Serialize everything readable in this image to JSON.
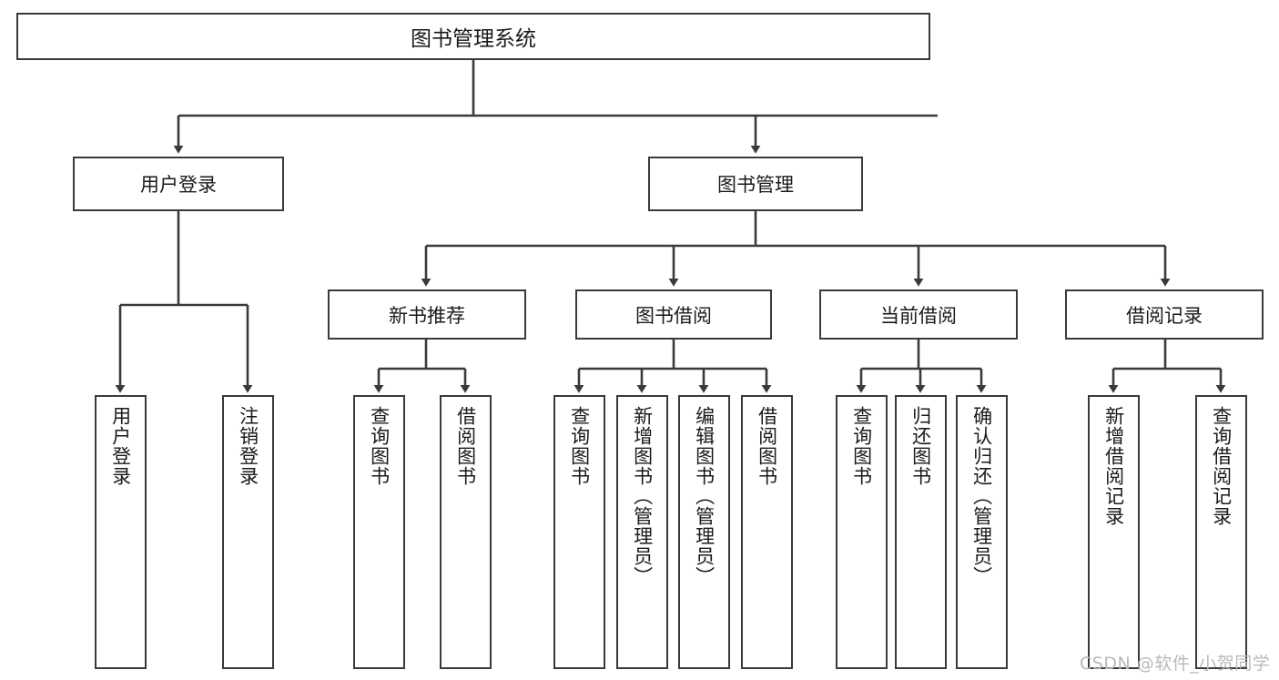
{
  "diagram": {
    "title": "图书管理系统",
    "root": {
      "id": "root",
      "label": "图书管理系统"
    },
    "level1": [
      {
        "id": "user-login",
        "label": "用户登录"
      },
      {
        "id": "book-manage",
        "label": "图书管理"
      }
    ],
    "level2": [
      {
        "id": "new-book-recommend",
        "label": "新书推荐"
      },
      {
        "id": "book-borrow",
        "label": "图书借阅"
      },
      {
        "id": "current-borrow",
        "label": "当前借阅"
      },
      {
        "id": "borrow-record",
        "label": "借阅记录"
      }
    ],
    "leaves": [
      {
        "id": "leaf-user-login",
        "label": "用户登录",
        "parent": "user-login"
      },
      {
        "id": "leaf-user-logout",
        "label": "注销登录",
        "parent": "user-login"
      },
      {
        "id": "leaf-query-book-1",
        "label": "查询图书",
        "parent": "new-book-recommend"
      },
      {
        "id": "leaf-borrow-book-1",
        "label": "借阅图书",
        "parent": "new-book-recommend"
      },
      {
        "id": "leaf-query-book-2",
        "label": "查询图书",
        "parent": "book-borrow"
      },
      {
        "id": "leaf-add-book",
        "label": "新增图书（管理员）",
        "parent": "book-borrow"
      },
      {
        "id": "leaf-edit-book",
        "label": "编辑图书（管理员）",
        "parent": "book-borrow"
      },
      {
        "id": "leaf-borrow-book-2",
        "label": "借阅图书",
        "parent": "book-borrow"
      },
      {
        "id": "leaf-query-book-3",
        "label": "查询图书",
        "parent": "current-borrow"
      },
      {
        "id": "leaf-return-book",
        "label": "归还图书",
        "parent": "current-borrow"
      },
      {
        "id": "leaf-confirm-return",
        "label": "确认归还（管理员）",
        "parent": "current-borrow"
      },
      {
        "id": "leaf-add-record",
        "label": "新增借阅记录",
        "parent": "borrow-record"
      },
      {
        "id": "leaf-query-record",
        "label": "查询借阅记录",
        "parent": "borrow-record"
      }
    ],
    "watermark": "CSDN @软件_小贺同学",
    "colors": {
      "stroke": "#3a3a3a",
      "background": "#ffffff",
      "text": "#1a1a1a",
      "watermark": "#b9b9b9"
    }
  }
}
